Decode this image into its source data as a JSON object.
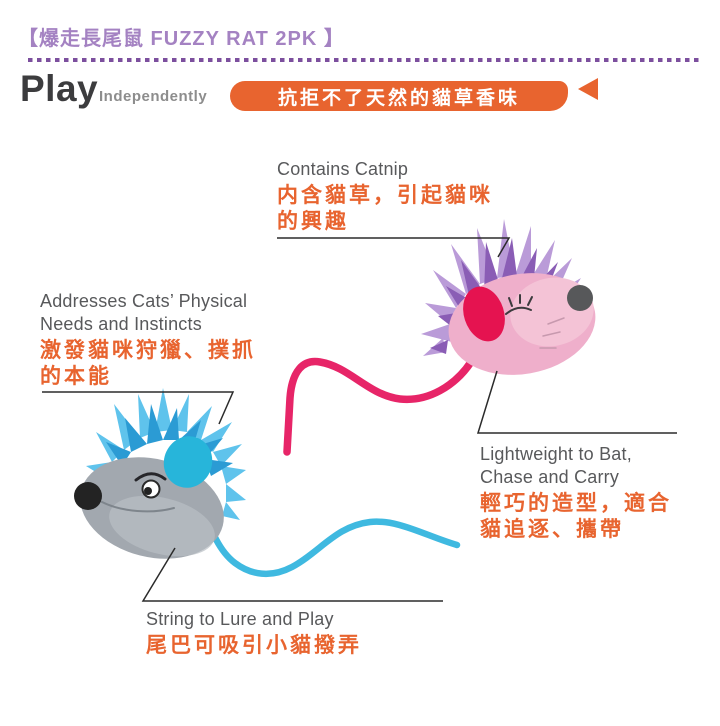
{
  "header": {
    "title": "【爆走長尾鼠 FUZZY RAT 2PK 】"
  },
  "play": {
    "title": "Play",
    "subtitle": "Independently",
    "badge_text": "抗拒不了天然的貓草香味"
  },
  "annotations": {
    "catnip": {
      "en1": "Contains Catnip",
      "zh1": "内含貓草，引起貓咪",
      "zh2": "的興趣"
    },
    "physical": {
      "en1": "Addresses Cats’ Physical",
      "en2": "Needs and Instincts",
      "zh1": "激發貓咪狩獵、撲抓",
      "zh2": "的本能"
    },
    "lightweight": {
      "en1": "Lightweight to Bat,",
      "en2": "Chase and Carry",
      "zh1": "輕巧的造型，適合",
      "zh2": "貓追逐、攜帶"
    },
    "string": {
      "en1": "String to Lure and Play",
      "zh1": "尾巴可吸引小貓撥弄"
    }
  },
  "products": {
    "purple_rat": "purple fuzzy rat cat toy with long pink string tail",
    "blue_rat": "grey-blue fuzzy rat cat toy with long blue string tail"
  },
  "colors": {
    "accent_orange": "#E8642F",
    "brand_purple": "#A482C2",
    "divider_purple": "#7C4F9E",
    "text_gray": "#58595B",
    "heading_gray": "#3C3C3E",
    "leader_line": "#2B2B2B",
    "pink_tail": "#E72568",
    "blue_tail": "#3FB9E0"
  }
}
